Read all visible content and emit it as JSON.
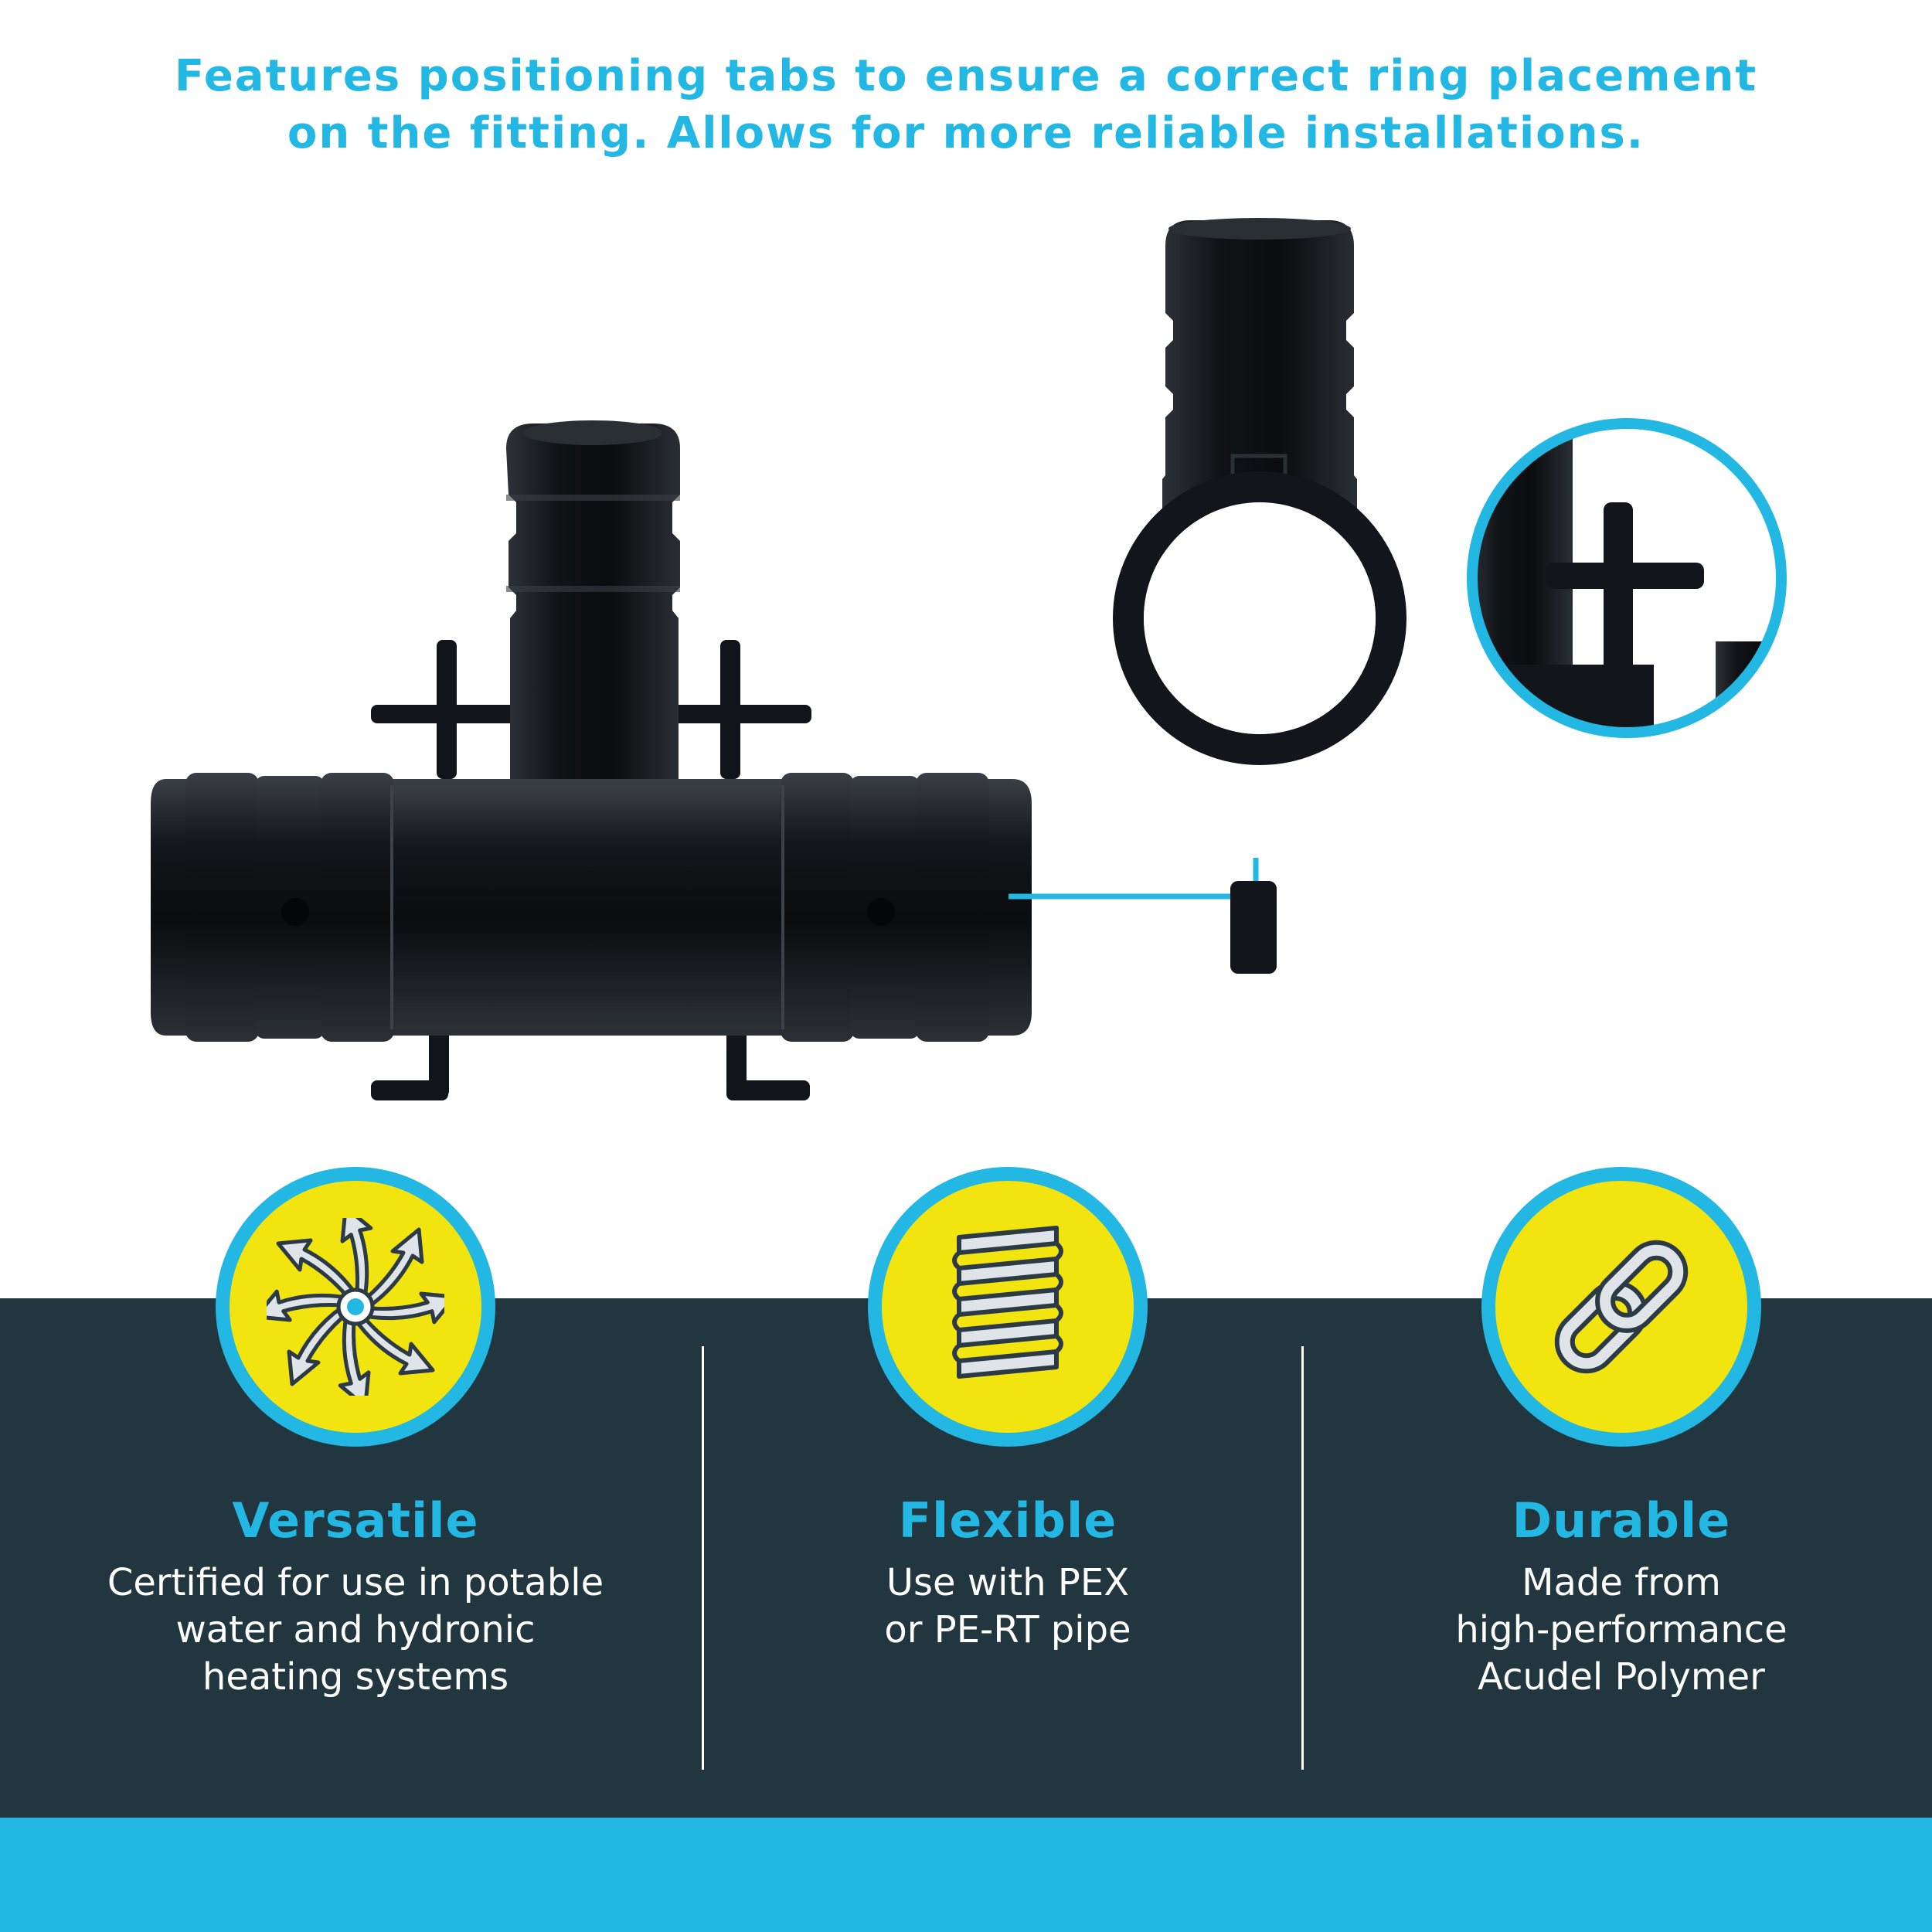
{
  "headline": {
    "line1": "Features positioning tabs to ensure a correct ring placement",
    "line2": "on the fitting. Allows for more reliable installations."
  },
  "features": [
    {
      "title": "Versatile",
      "body": [
        "Certified for use in potable",
        "water and hydronic",
        "heating systems"
      ],
      "icon": "expansion-arrows-icon"
    },
    {
      "title": "Flexible",
      "body": [
        "Use with PEX",
        "or PE-RT pipe"
      ],
      "icon": "spring-coil-icon"
    },
    {
      "title": "Durable",
      "body": [
        "Made from",
        "high-performance",
        "Acudel Polymer"
      ],
      "icon": "chain-link-icon"
    }
  ],
  "colors": {
    "accent_blue": "#23b7e3",
    "dark_band": "#22363f",
    "badge_yellow": "#f2e40e",
    "fitting_black": "#111418"
  }
}
